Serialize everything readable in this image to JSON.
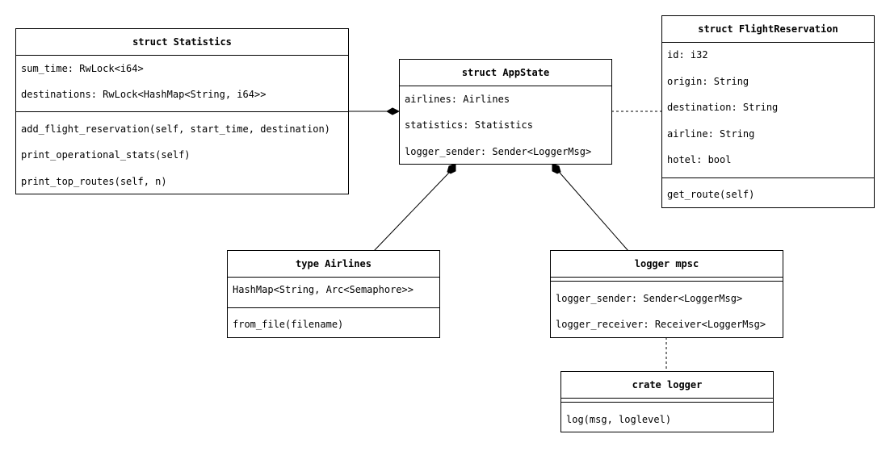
{
  "diagram": {
    "statistics": {
      "title": "struct Statistics",
      "fields": [
        "sum_time: RwLock<i64>",
        "destinations: RwLock<HashMap<String, i64>>"
      ],
      "methods": [
        "add_flight_reservation(self, start_time, destination)",
        "print_operational_stats(self)",
        "print_top_routes(self, n)"
      ]
    },
    "appstate": {
      "title": "struct AppState",
      "fields": [
        "airlines: Airlines",
        "statistics: Statistics",
        "logger_sender: Sender<LoggerMsg>"
      ]
    },
    "flight_reservation": {
      "title": "struct FlightReservation",
      "fields": [
        "id: i32",
        "origin: String",
        "destination: String",
        "airline: String",
        "hotel: bool"
      ],
      "methods": [
        "get_route(self)"
      ]
    },
    "airlines": {
      "title": "type Airlines",
      "fields": [
        "HashMap<String, Arc<Semaphore>>"
      ],
      "methods": [
        "from_file(filename)"
      ]
    },
    "logger_mpsc": {
      "title": "logger mpsc",
      "fields": [],
      "methods": [
        "logger_sender: Sender<LoggerMsg>",
        "logger_receiver: Receiver<LoggerMsg>"
      ]
    },
    "crate_logger": {
      "title": "crate logger",
      "fields": [],
      "methods": [
        "log(msg, loglevel)"
      ]
    }
  },
  "colors": {
    "stroke": "#000000",
    "background": "#ffffff"
  }
}
